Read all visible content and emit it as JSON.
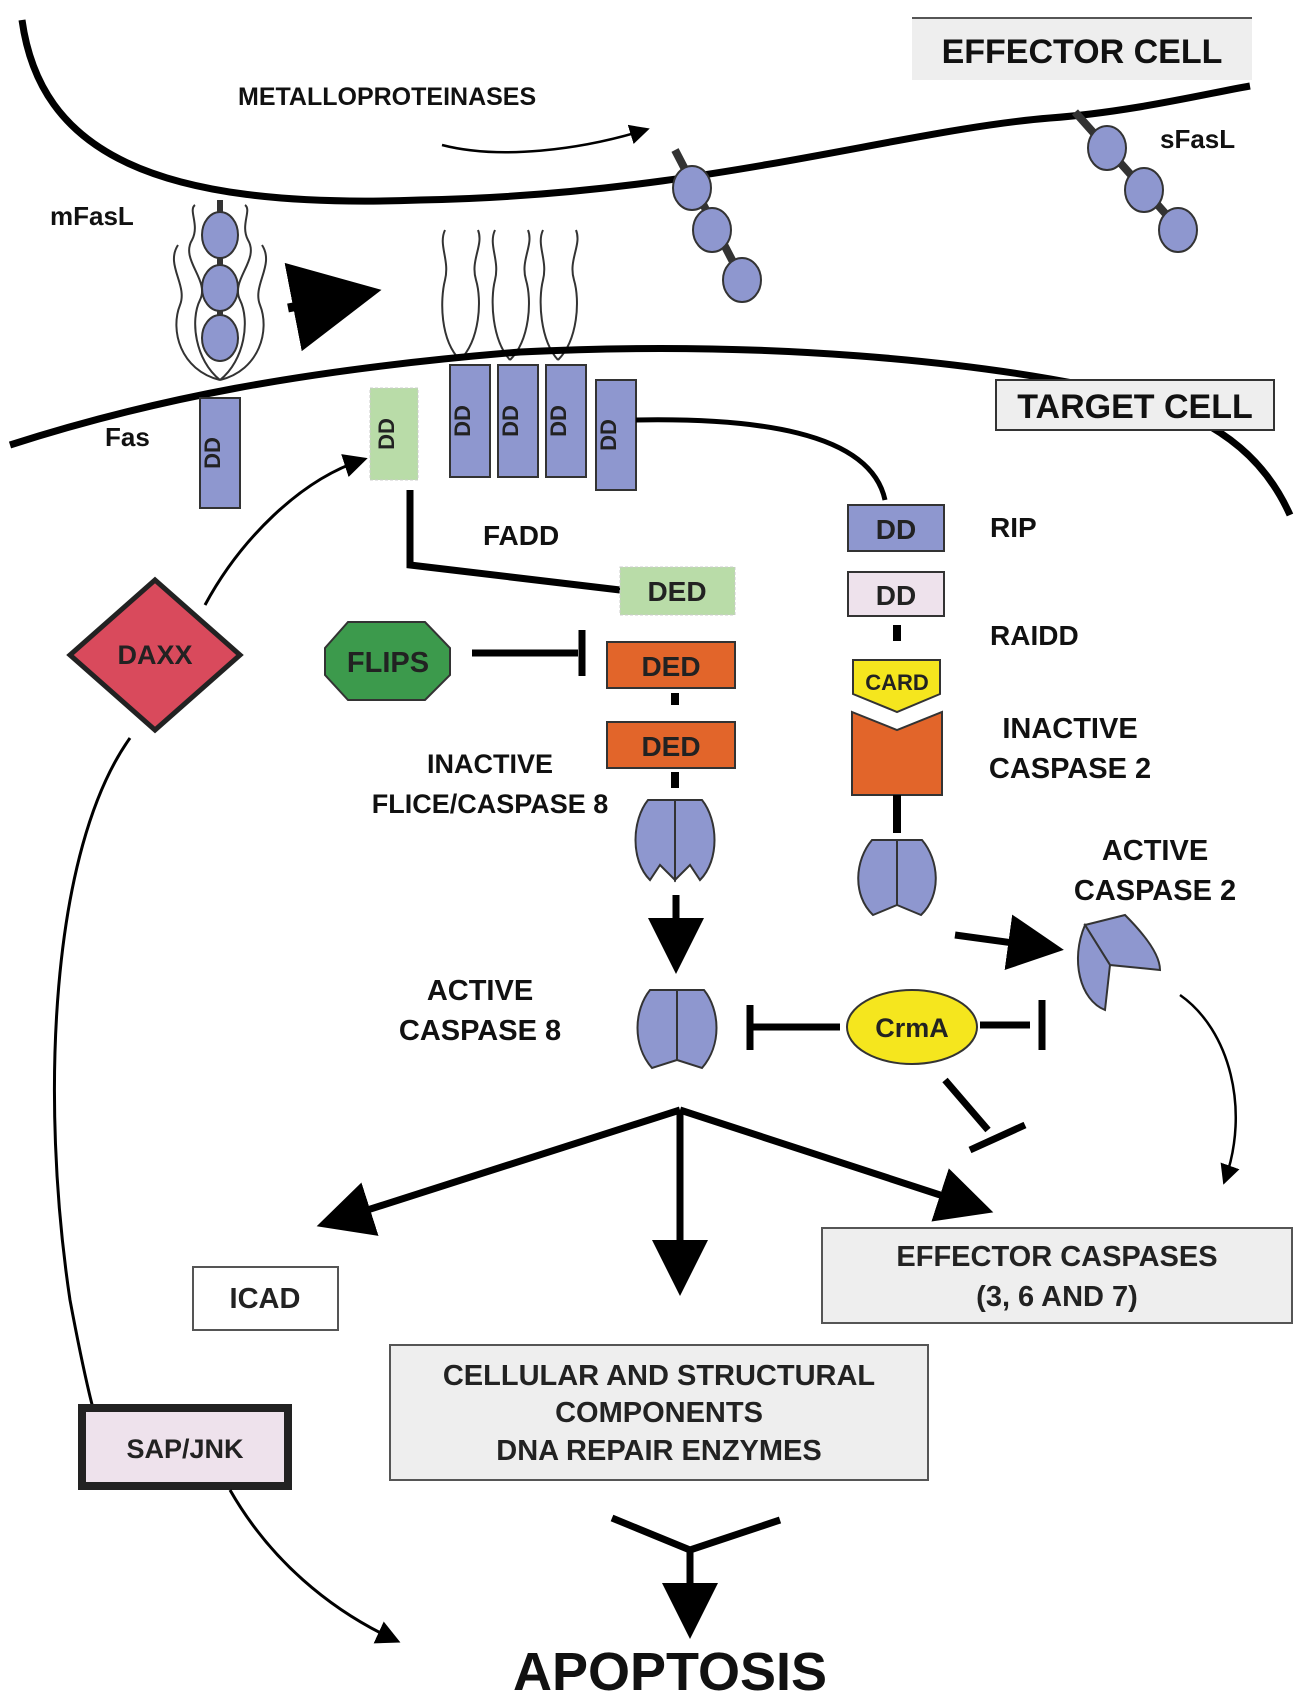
{
  "labels": {
    "effector_cell": "EFFECTOR CELL",
    "metalloproteinases": "METALLOPROTEINASES",
    "sfasl": "sFasL",
    "mfasl": "mFasL",
    "target_cell": "TARGET CELL",
    "fas": "Fas",
    "dd": "DD",
    "fadd": "FADD",
    "rip": "RIP",
    "ded": "DED",
    "raidd": "RAIDD",
    "flips": "FLIPS",
    "daxx": "DAXX",
    "card": "CARD",
    "inactive_caspase2_line1": "INACTIVE",
    "inactive_caspase2_line2": "CASPASE 2",
    "inactive_flice_line1": "INACTIVE",
    "inactive_flice_line2": "FLICE/CASPASE 8",
    "active_caspase2_line1": "ACTIVE",
    "active_caspase2_line2": "CASPASE 2",
    "active_caspase8_line1": "ACTIVE",
    "active_caspase8_line2": "CASPASE 8",
    "crma": "CrmA",
    "icad": "ICAD",
    "effector_caspases_line1": "EFFECTOR CASPASES",
    "effector_caspases_line2": "(3, 6 AND 7)",
    "cellular_line1": "CELLULAR AND STRUCTURAL",
    "cellular_line2": "COMPONENTS",
    "cellular_line3": "DNA REPAIR ENZYMES",
    "sap_jnk": "SAP/JNK",
    "apoptosis": "APOPTOSIS"
  },
  "colors": {
    "ligand_blue": "#8e97cf",
    "dd_green": "#b9dca8",
    "ded_orange": "#e2652a",
    "flips_green": "#3c9a4c",
    "daxx_red": "#d94a5c",
    "card_yellow": "#f5e61e",
    "crma_yellow": "#f5e61e",
    "raidd_pink": "#eee2ec",
    "box_gray": "#eeeeee",
    "sap_pink": "#eee2ec"
  }
}
